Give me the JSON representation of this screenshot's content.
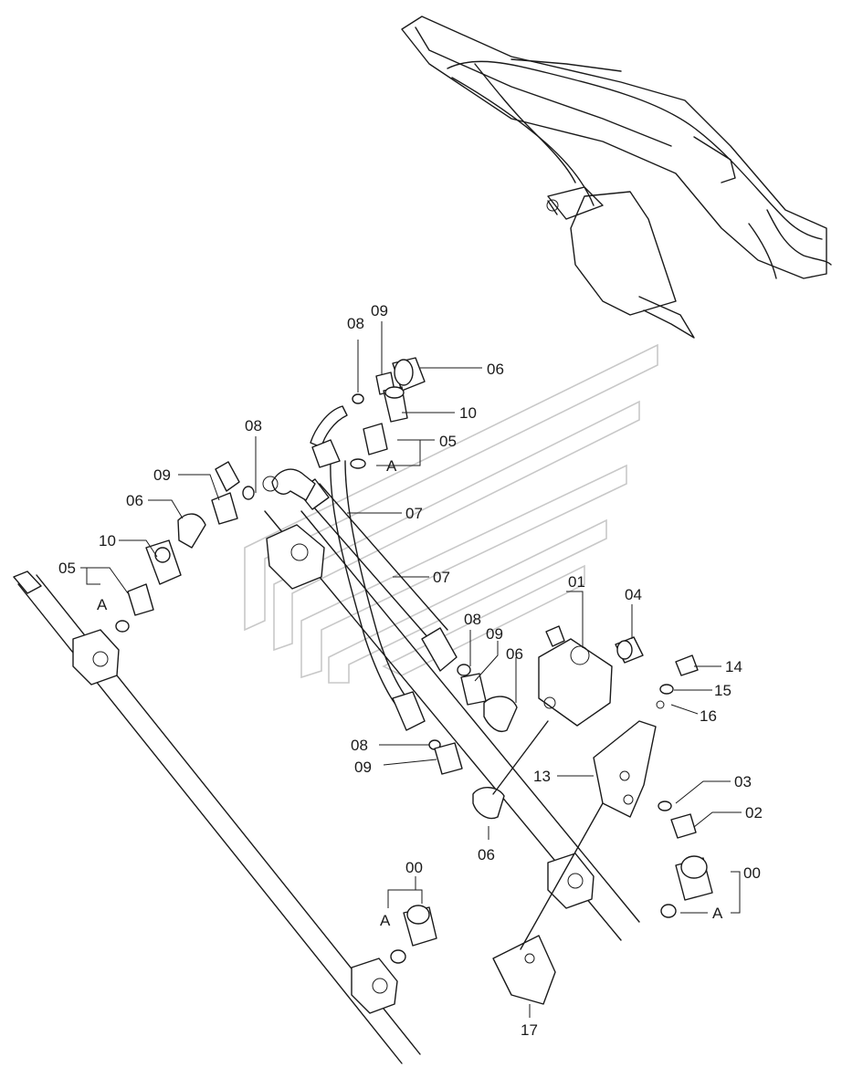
{
  "figure": {
    "callouts": {
      "c01": "01",
      "c02": "02",
      "c03": "03",
      "c04": "04",
      "c05_upper": "05",
      "c05_left": "05",
      "c06_top": "06",
      "c06_left": "06",
      "c06_mid": "06",
      "c06_bottom": "06",
      "c07_upper": "07",
      "c07_lower": "07",
      "c08_top": "08",
      "c08_upper_left": "08",
      "c08_mid": "08",
      "c08_lower": "08",
      "c09_top": "09",
      "c09_left": "09",
      "c09_mid": "09",
      "c09_lower": "09",
      "c10_upper": "10",
      "c10_left": "10",
      "c13": "13",
      "c14": "14",
      "c15": "15",
      "c16": "16",
      "c17": "17",
      "c00_left": "00",
      "c00_right": "00",
      "a_upper": "A",
      "a_left": "A",
      "a_bottom": "A",
      "a_right": "A"
    }
  }
}
